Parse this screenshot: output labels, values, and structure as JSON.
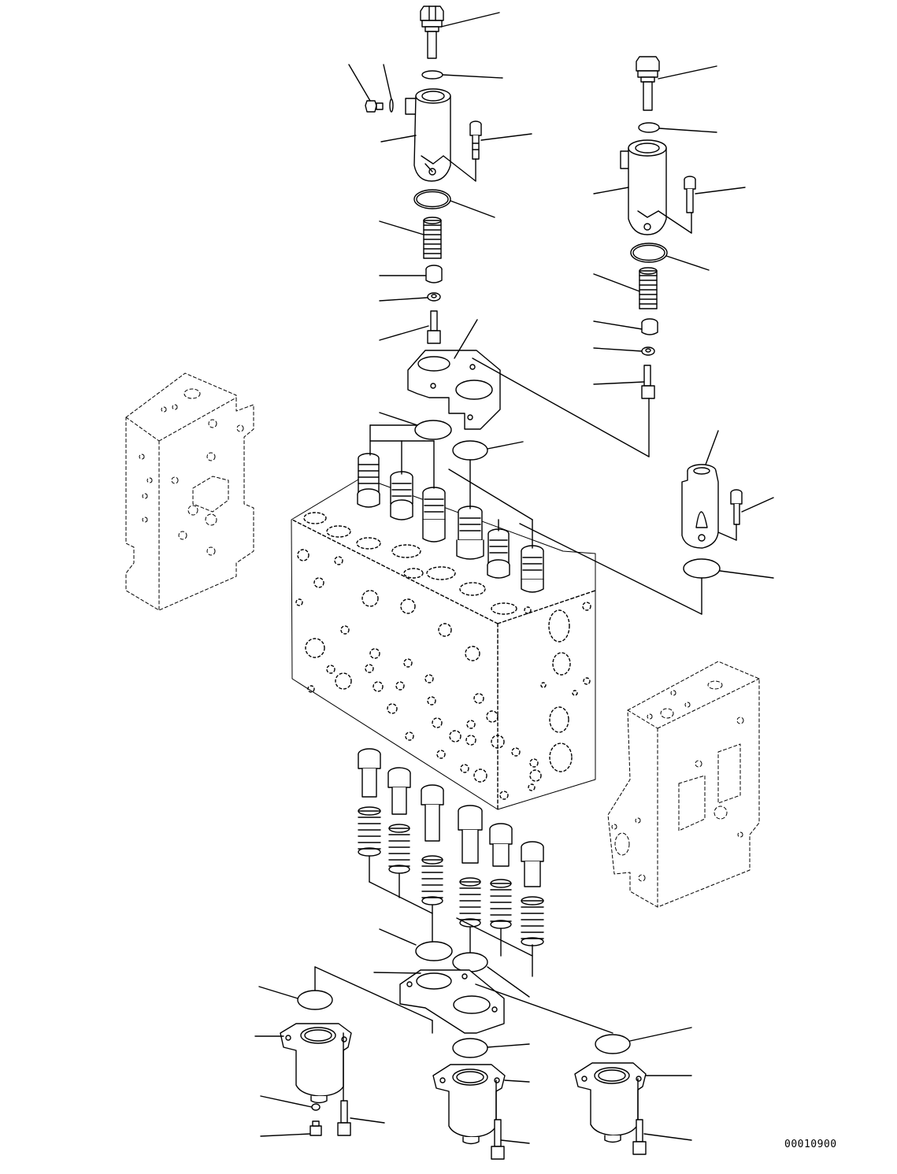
{
  "drawing": {
    "number": "00010900",
    "line_color": "#000000",
    "background": "#ffffff"
  },
  "parts": [
    {
      "name": "relief-plug-top"
    },
    {
      "name": "o-ring-top"
    },
    {
      "name": "relief-valve-body"
    },
    {
      "name": "socket-bolt"
    },
    {
      "name": "o-ring-large"
    },
    {
      "name": "valve-spring"
    },
    {
      "name": "spring-seat"
    },
    {
      "name": "washer"
    },
    {
      "name": "retainer-bolt"
    },
    {
      "name": "main-valve-block"
    },
    {
      "name": "manifold-plate"
    },
    {
      "name": "end-cover-left"
    },
    {
      "name": "end-cover-right"
    },
    {
      "name": "spool"
    },
    {
      "name": "lower-cover-cap"
    }
  ]
}
